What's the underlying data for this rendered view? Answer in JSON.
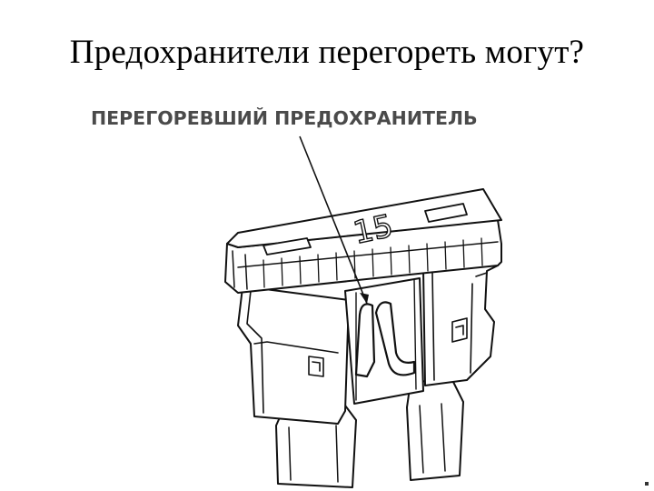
{
  "slide": {
    "title": "Предохранители перегореть могут?"
  },
  "diagram": {
    "callout_label": "ПЕРЕГОРЕВШИЙ ПРЕДОХРАНИТЕЛЬ",
    "fuse_rating": "15"
  }
}
